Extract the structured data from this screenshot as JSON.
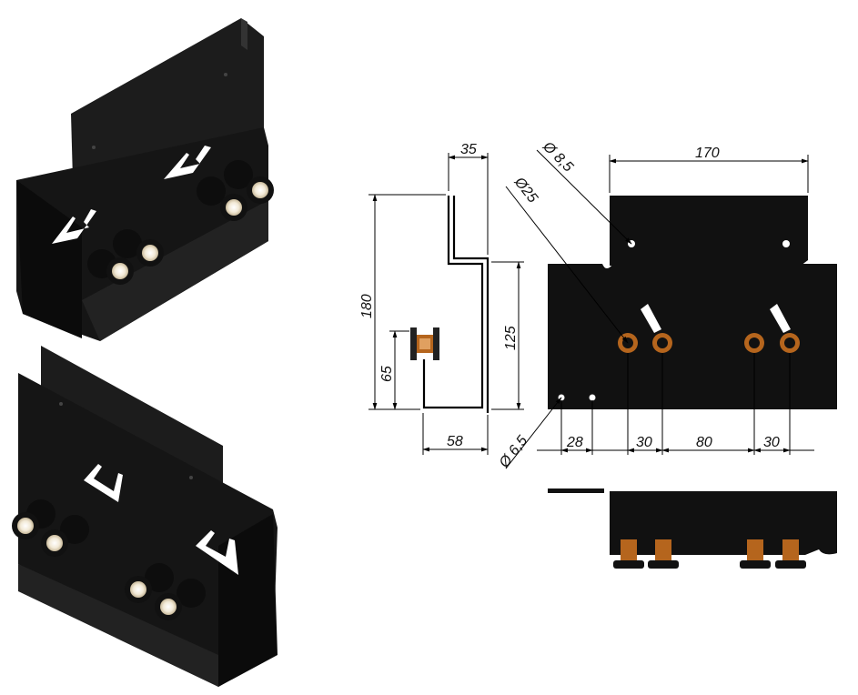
{
  "diagram": {
    "colors": {
      "plate": "#111111",
      "plate_edge": "#2a2a2a",
      "roller_cap": "#f2e9d6",
      "bronze": "#b5651d",
      "dimension": "#000000",
      "background": "#ffffff"
    },
    "dimensions": {
      "profile_width_top": "35",
      "profile_height_total": "180",
      "profile_height_inner": "125",
      "roller_height": "65",
      "profile_width_bottom": "58",
      "hole_diameter_top": "Ø 8,5",
      "roller_diameter": "Ø25",
      "hole_diameter_bottom": "Ø 6,5",
      "top_plate_width": "170",
      "spacing_1": "28",
      "spacing_2": "30",
      "spacing_3": "80",
      "spacing_4": "30"
    },
    "views": {
      "iso_top": "isometric-view-top",
      "iso_bottom": "isometric-view-bottom",
      "profile": "side-profile-view",
      "front": "front-view",
      "bottom": "bottom-view"
    }
  }
}
